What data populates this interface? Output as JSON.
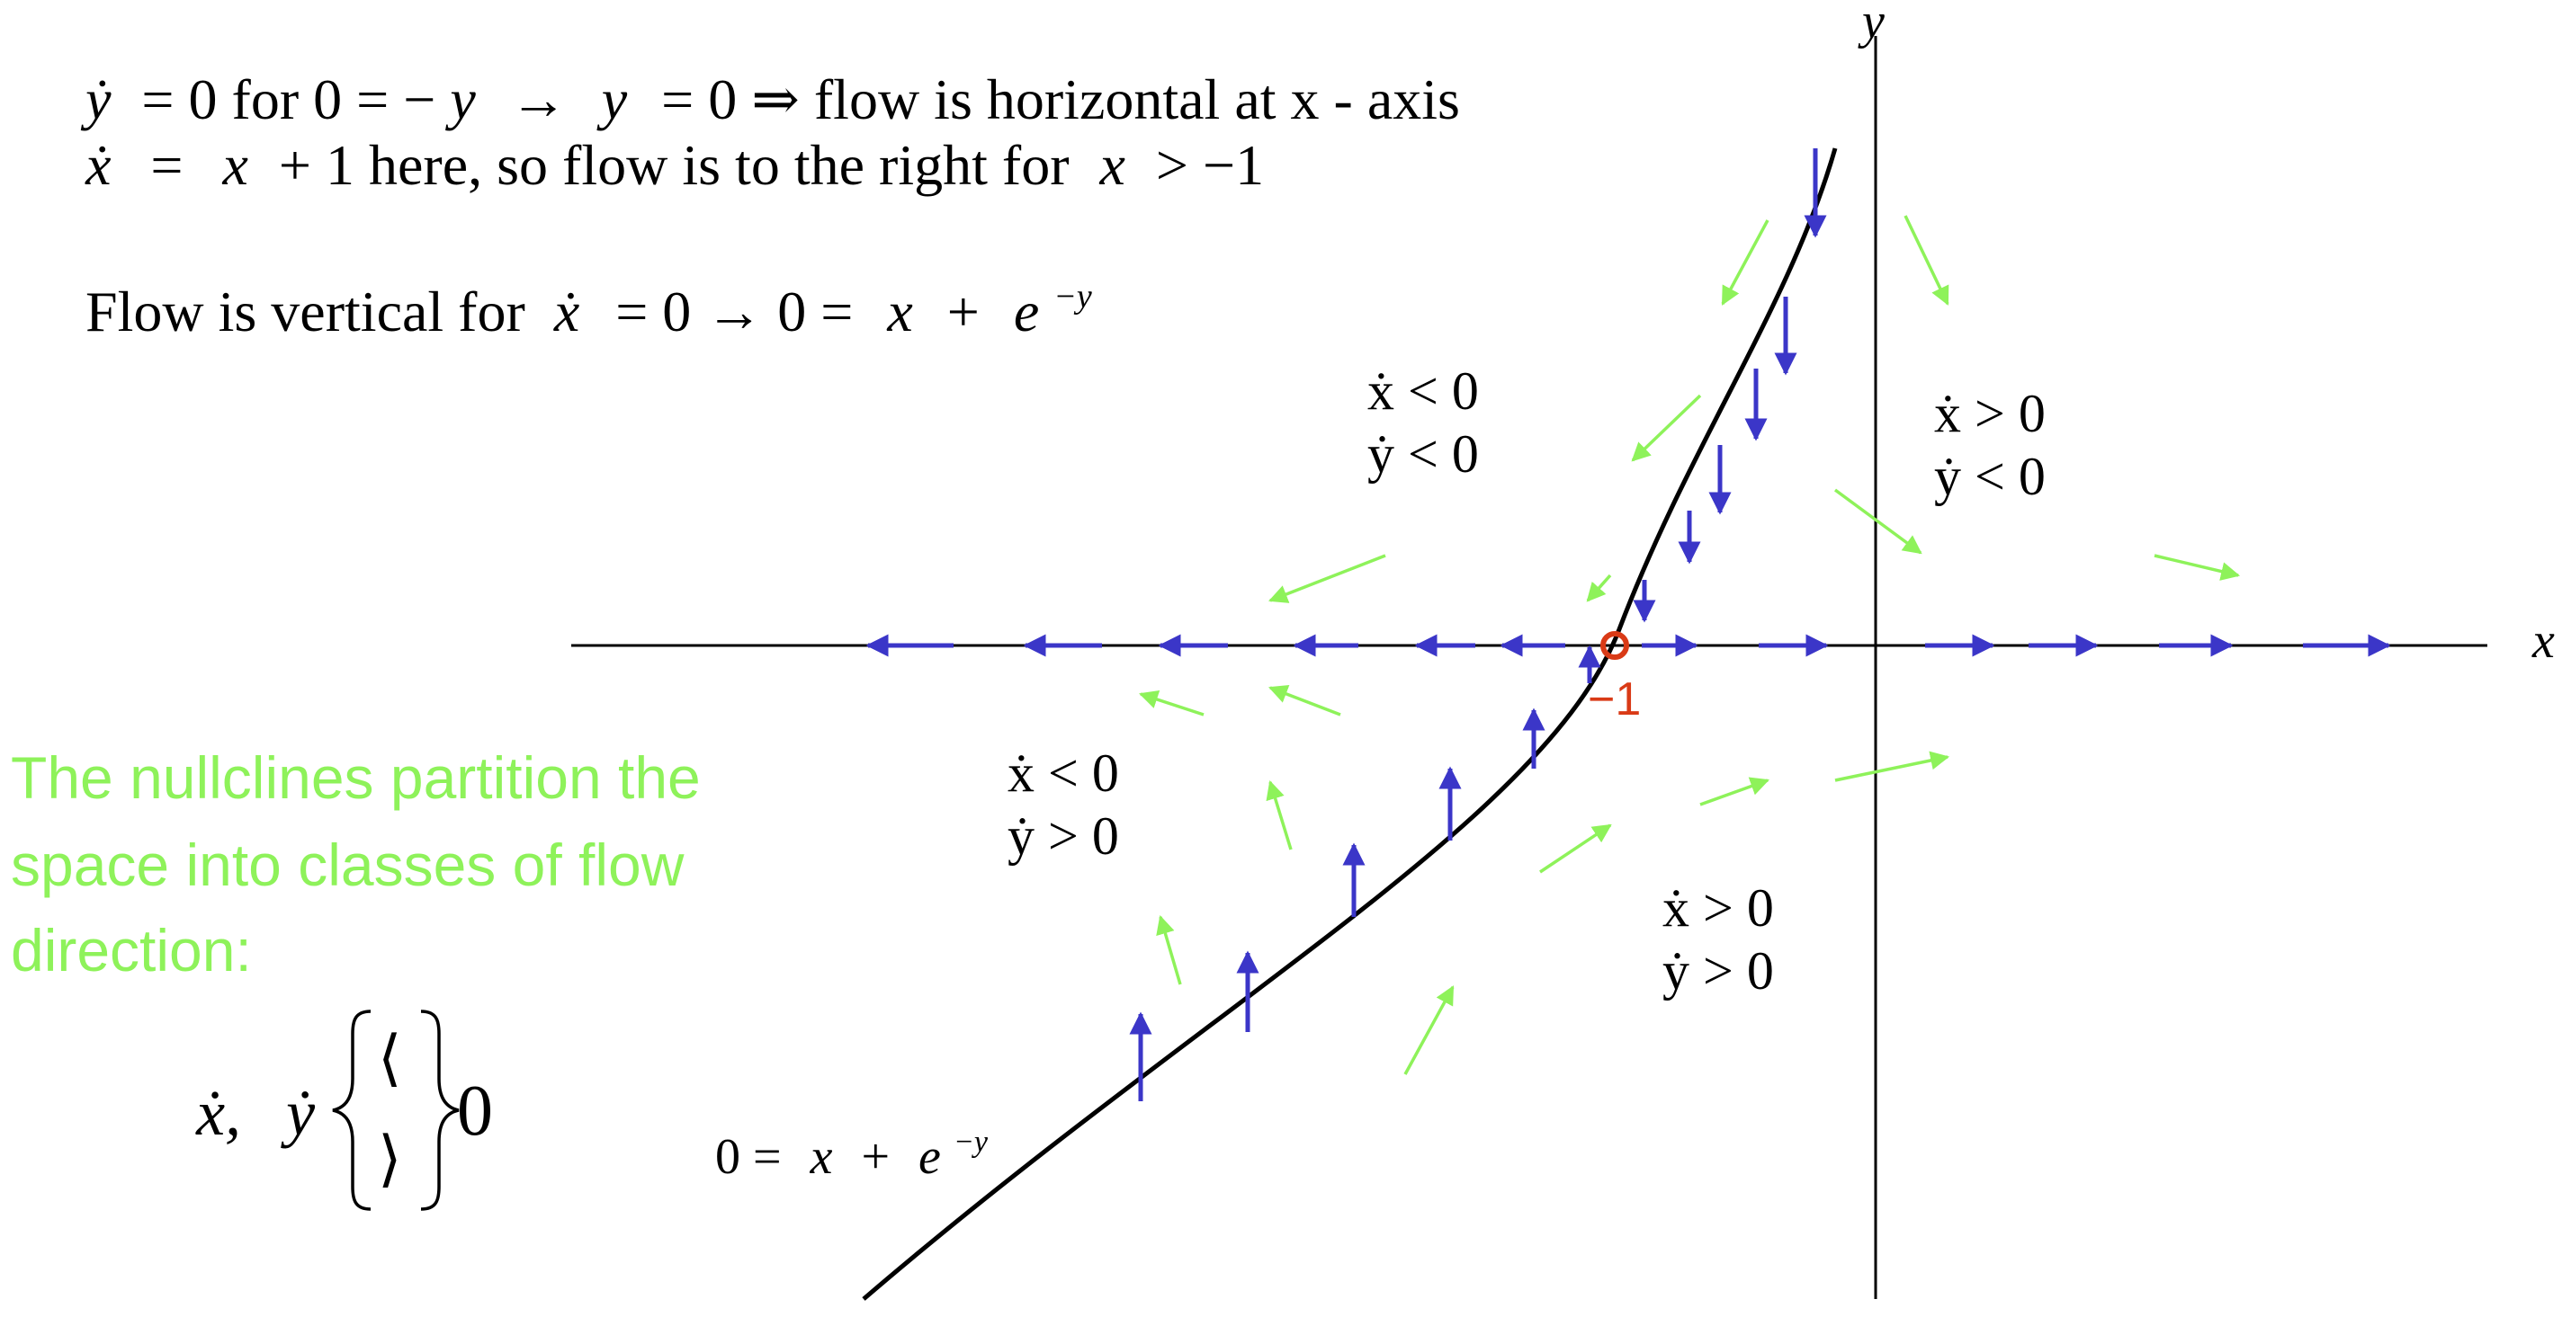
{
  "colors": {
    "background": "#ffffff",
    "text": "#000000",
    "axis": "#000000",
    "nullcline": "#000000",
    "nullcline_arrow": "#3b36c8",
    "flow_arrow": "#8ef25a",
    "annotation_green": "#8ef25a",
    "fixed_point": "#d93a16"
  },
  "header": {
    "line1": {
      "ydot": "ẏ",
      "eq1": "= 0 for 0 = −",
      "y1": "y",
      "arrow": "→",
      "y2": "y",
      "eq2": "= 0 ⇒ flow is horizontal at x - axis"
    },
    "line2": {
      "xdot": "ẋ",
      "eq": "=",
      "x": "x",
      "rest": "+ 1 here, so flow is to the right for",
      "x2": "x",
      "cmp": "> −1"
    },
    "line3": {
      "prefix": "Flow is vertical for",
      "xdot": "ẋ",
      "mid": "= 0 → 0 =",
      "x": "x",
      "plus": "+",
      "e": "e",
      "exp": "−y"
    }
  },
  "axes": {
    "x_label": "x",
    "y_label": "y"
  },
  "fixed_point": {
    "label": "−1"
  },
  "regions": {
    "upper_left": {
      "line1": "ẋ < 0",
      "line2": "ẏ < 0"
    },
    "upper_right": {
      "line1": "ẋ > 0",
      "line2": "ẏ < 0"
    },
    "lower_left": {
      "line1": "ẋ < 0",
      "line2": "ẏ > 0"
    },
    "lower_right": {
      "line1": "ẋ > 0",
      "line2": "ẏ > 0"
    }
  },
  "nullcline_label": {
    "lhs": "0 =",
    "x": "x",
    "plus": "+",
    "e": "e",
    "exp": "−y"
  },
  "side_note": {
    "line1": "The nullclines partition the",
    "line2": "space into classes of flow",
    "line3": "direction:"
  },
  "formula": {
    "xdot": "ẋ,",
    "ydot": "ẏ",
    "lt": "⟨",
    "gt": "⟩",
    "zero": "0"
  },
  "icons": {
    "fixed_point": "open-circle-icon",
    "flow": "arrow-icon"
  }
}
